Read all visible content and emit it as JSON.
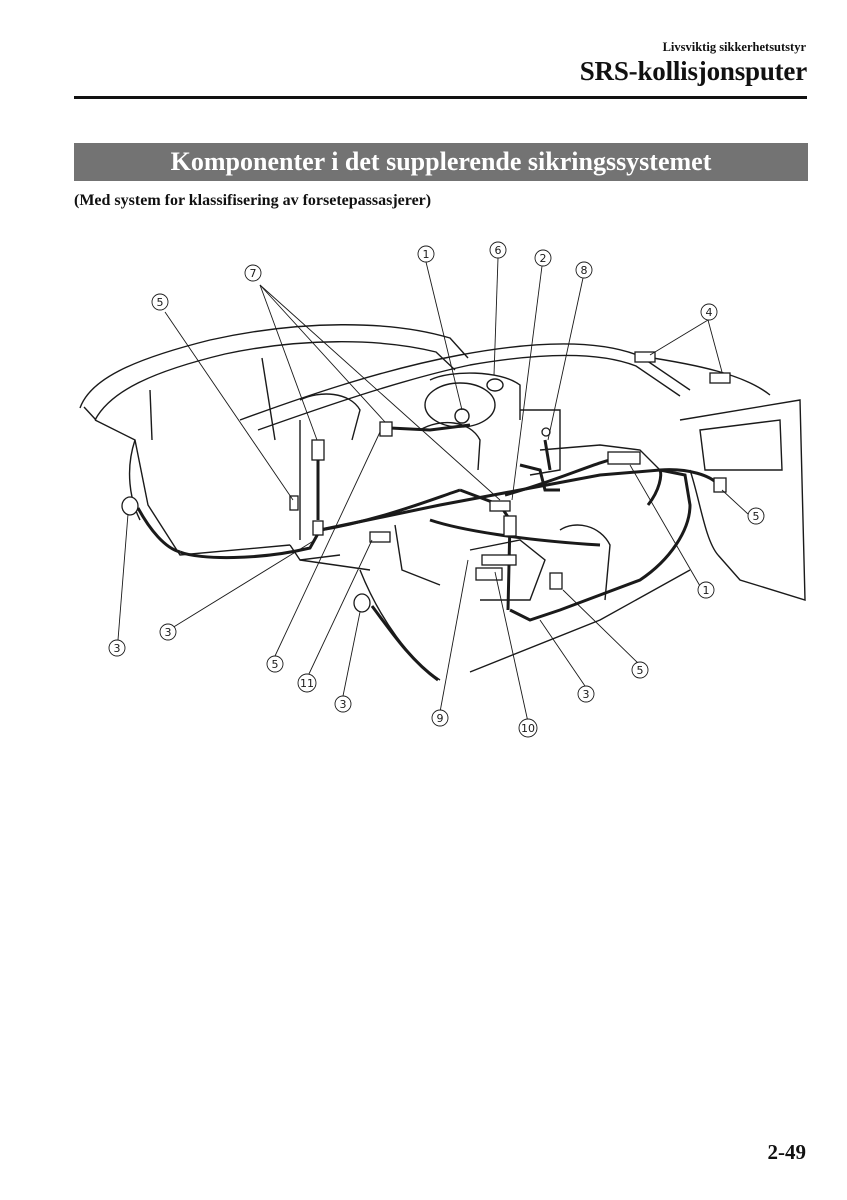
{
  "header": {
    "section": "Livsviktig sikkerhetsutstyr",
    "chapter": "SRS-kollisjonsputer"
  },
  "banner": {
    "title": "Komponenter i det supplerende sikringssystemet"
  },
  "subtitle": "(Med system for klassifisering av forsetepassasjerer)",
  "callouts": {
    "c1a": "1",
    "c1b": "1",
    "c2": "2",
    "c3a": "3",
    "c3b": "3",
    "c3c": "3",
    "c3d": "3",
    "c4": "4",
    "c5a": "5",
    "c5b": "5",
    "c5c": "5",
    "c5d": "5",
    "c6": "6",
    "c7": "7",
    "c8": "8",
    "c9": "9",
    "c10": "10",
    "c11": "11"
  },
  "page_number": "2-49",
  "colors": {
    "banner_bg": "#737373",
    "text": "#111111",
    "line": "#1a1a1a"
  }
}
